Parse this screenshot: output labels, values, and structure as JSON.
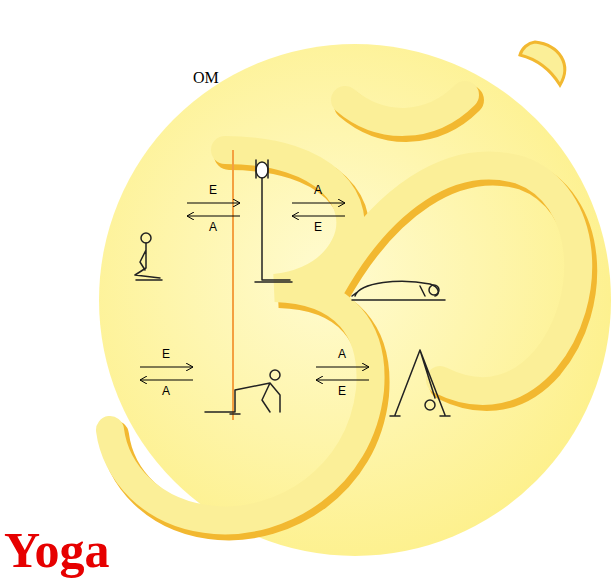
{
  "diagram": {
    "title": "Yoga",
    "labels": [
      "OM",
      "E",
      "A",
      "A",
      "E",
      "E",
      "A",
      "A",
      "E"
    ]
  }
}
